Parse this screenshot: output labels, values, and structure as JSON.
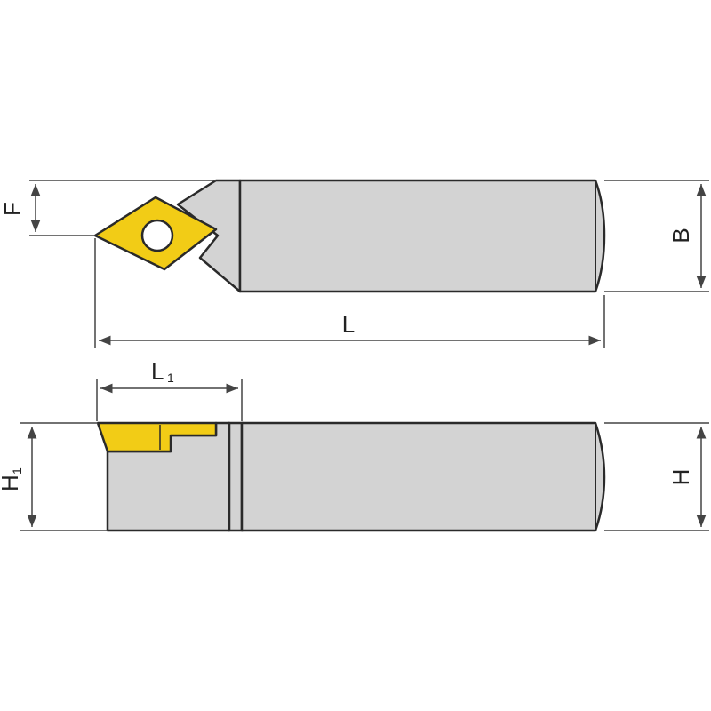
{
  "labels": {
    "F": "F",
    "B": "B",
    "L": "L",
    "L1_main": "L",
    "L1_sub": "1",
    "H1_main": "H",
    "H1_sub": "1",
    "H": "H"
  },
  "colors": {
    "body": "#d3d3d3",
    "outline": "#2a2a2a",
    "insert": "#f2cc16",
    "dimension": "#444444",
    "background": "#ffffff"
  }
}
